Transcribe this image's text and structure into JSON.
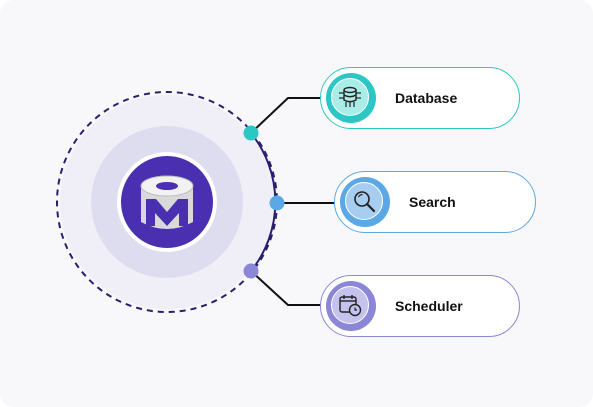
{
  "nodes": [
    {
      "id": "database",
      "label": "Database",
      "icon": "database-network-icon",
      "accent": "#2cc7c4",
      "fill": "#a9ece8"
    },
    {
      "id": "search",
      "label": "Search",
      "icon": "magnifier-icon",
      "accent": "#5aa9e6",
      "fill": "#a7cdf0"
    },
    {
      "id": "scheduler",
      "label": "Scheduler",
      "icon": "calendar-clock-icon",
      "accent": "#8b86d6",
      "fill": "#c6c2ee"
    }
  ],
  "hub": {
    "icon": "memgraph-logo",
    "color": "#4a2fb0"
  }
}
